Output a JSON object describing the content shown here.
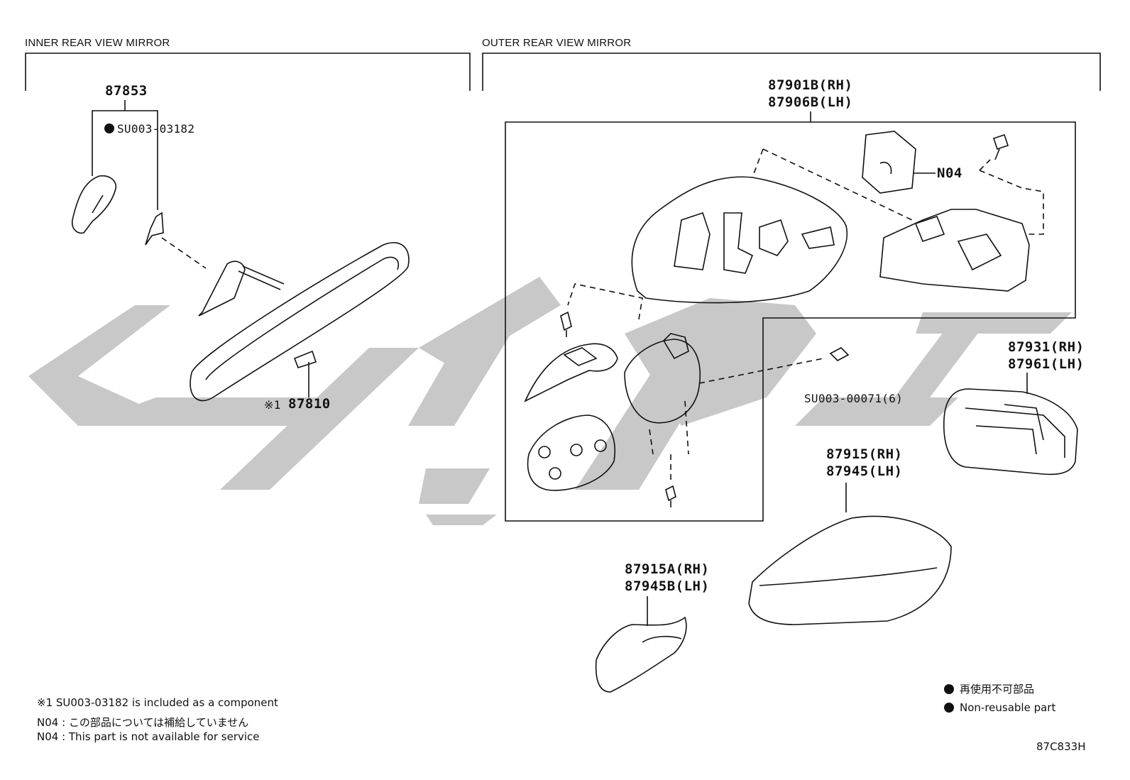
{
  "sections": {
    "inner": "INNER REAR VIEW MIRROR",
    "outer": "OUTER REAR VIEW MIRROR"
  },
  "parts": {
    "p87853": "87853",
    "su003_03182": "SU003-03182",
    "p87810_mark": "※1",
    "p87810": "87810",
    "p87901b": "87901B(RH)",
    "p87906b": "87906B(LH)",
    "n04": "N04",
    "su003_00071": "SU003-00071(6)",
    "p87931": "87931(RH)",
    "p87961": "87961(LH)",
    "p87915": "87915(RH)",
    "p87945": "87945(LH)",
    "p87915a": "87915A(RH)",
    "p87945b": "87945B(LH)"
  },
  "notes": {
    "line1": "※1  SU003-03182 is included as a component",
    "line2": "N04 :  この部品については補給していません",
    "line3": "N04 :  This part is not available for service"
  },
  "legend": {
    "jp": "再使用不可部品",
    "en": "Non-reusable part"
  },
  "diagram_code": "87C833H",
  "colors": {
    "line": "#111111",
    "watermark": "#c8c8c8"
  }
}
